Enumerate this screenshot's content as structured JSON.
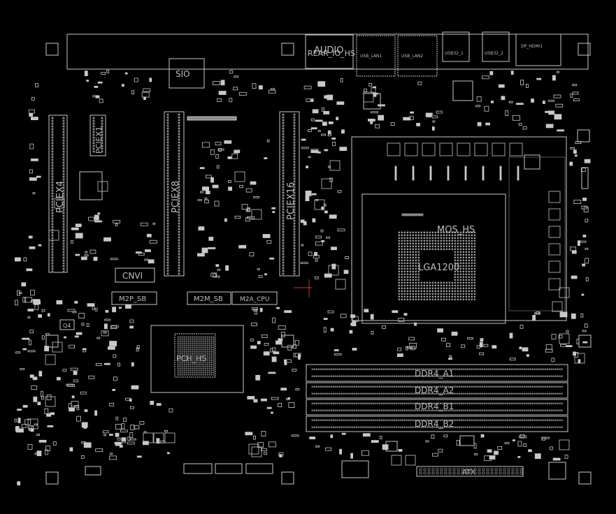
{
  "colors": {
    "background": "#000000",
    "silk": "#c8c8c8",
    "silk_dim": "#8a8a8a",
    "marker": "#d23232"
  },
  "labels": {
    "sio": "SIO",
    "rear_io": "REAR_IO_HS",
    "audio": "AUDIO",
    "usb_lan1": "USB_LAN1",
    "usb_lan2": "USB_LAN2",
    "usb3_1": "USB32_1",
    "usb3_2": "USB32_2",
    "dp_hdmi": "DP_HDMI1",
    "pciex4": "PCIEX4",
    "pciex1": "PCIEX1",
    "pciex8": "PCIEX8",
    "pciex16": "PCIEX16",
    "mos_hs": "MOS_HS",
    "cpu": "LGA1200",
    "cnvi": "CNVI",
    "m2p_sb": "M2P_SB",
    "m2m_sb": "M2M_SB",
    "m2a_cpu": "M2A_CPU",
    "pch": "PCH_HS",
    "ddr4_a1": "DDR4_A1",
    "ddr4_a2": "DDR4_A2",
    "ddr4_b1": "DDR4_B1",
    "ddr4_b2": "DDR4_B2",
    "atx": "ATX",
    "q4": "Q4"
  }
}
